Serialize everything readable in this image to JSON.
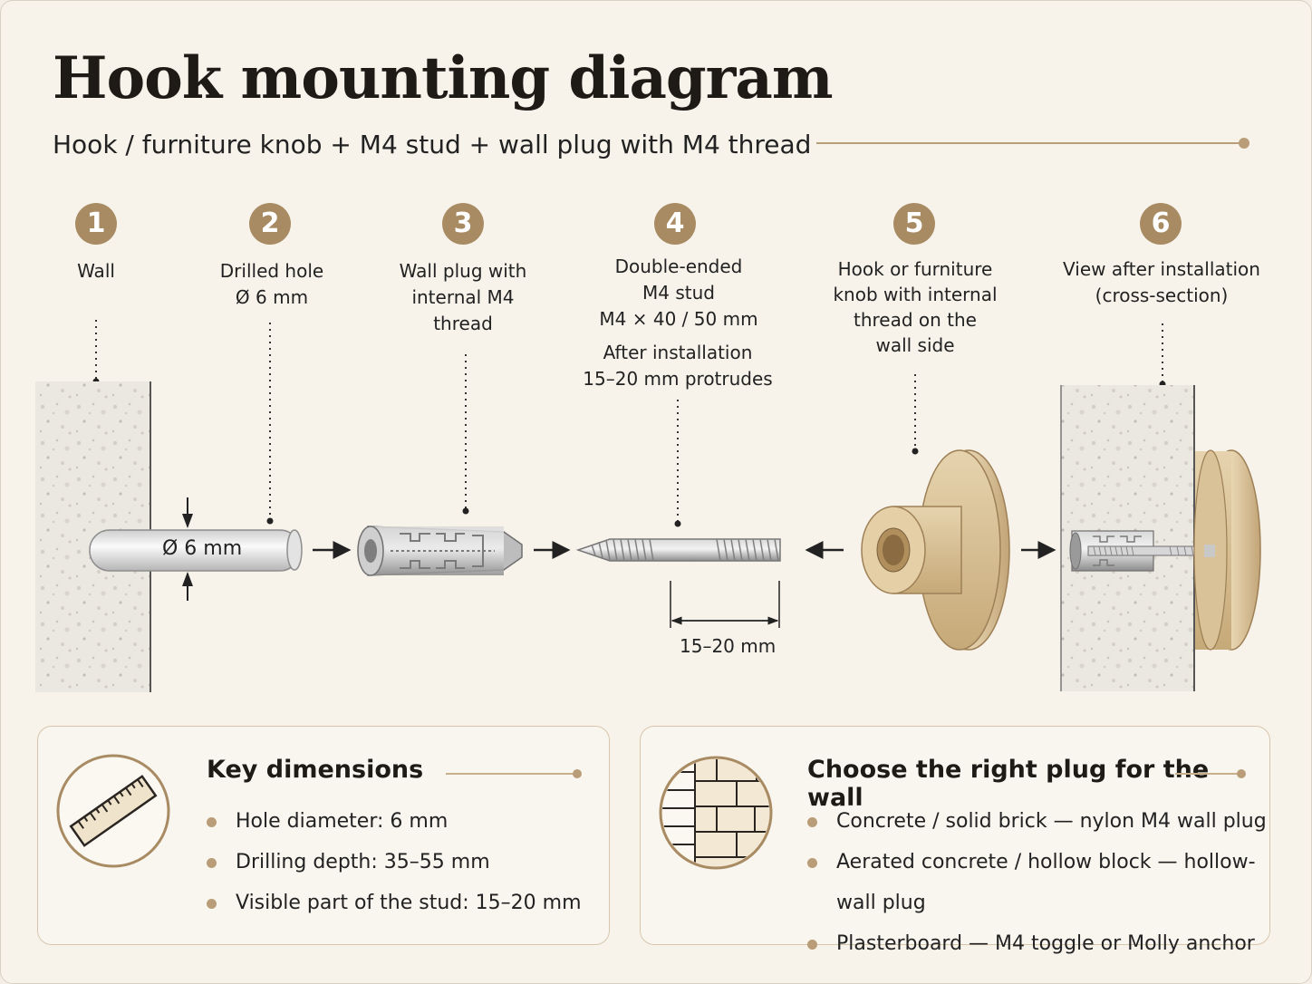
{
  "header": {
    "title": "Hook mounting diagram",
    "subtitle": "Hook / furniture knob + M4 stud + wall plug with M4 thread"
  },
  "steps": [
    {
      "number": "1",
      "label_lines": [
        "Wall"
      ]
    },
    {
      "number": "2",
      "label_lines": [
        "Drilled hole",
        "Ø 6 mm"
      ]
    },
    {
      "number": "3",
      "label_lines": [
        "Wall plug with",
        "internal M4",
        "thread"
      ]
    },
    {
      "number": "4",
      "label_lines": [
        "Double-ended",
        "M4 stud",
        "M4 × 40 / 50 mm"
      ],
      "note_lines": [
        "After installation",
        "15–20 mm protrudes"
      ]
    },
    {
      "number": "5",
      "label_lines": [
        "Hook or furniture",
        "knob with internal",
        "thread on the",
        "wall side"
      ]
    },
    {
      "number": "6",
      "label_lines": [
        "View after installation",
        "(cross-section)"
      ]
    }
  ],
  "illustration": {
    "hole_diameter_label": "Ø 6 mm",
    "protrusion_label": "15–20 mm"
  },
  "key_dimensions": {
    "heading": "Key dimensions",
    "icon": "ruler-icon",
    "items": [
      "Hole diameter: 6 mm",
      "Drilling depth: 35–55 mm",
      "Visible part of the stud: 15–20 mm"
    ]
  },
  "plug_choice": {
    "heading": "Choose the right plug for the wall",
    "icon": "brick-wall-icon",
    "items": [
      "Concrete / solid brick — nylon M4 wall plug",
      "Aerated concrete / hollow block — hollow-wall plug",
      "Plasterboard — M4 toggle or Molly anchor"
    ]
  },
  "colors": {
    "accent": "#a88b63",
    "wood": "#dcc8a0",
    "wall": "#e9e6df",
    "metal": "#a9a9a9"
  }
}
